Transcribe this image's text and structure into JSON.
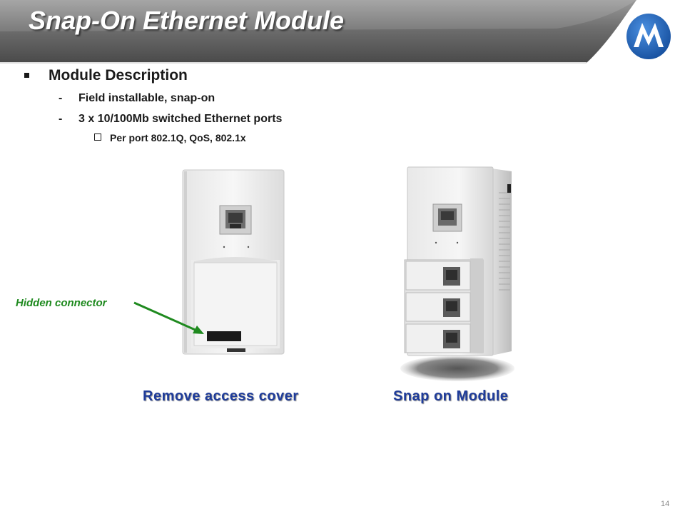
{
  "slide": {
    "title": "Snap-On Ethernet Module",
    "page_number": "14"
  },
  "bullets": {
    "level1": {
      "marker": "▪",
      "text": "Module Description"
    },
    "level2": [
      {
        "marker": "-",
        "text": "Field installable, snap-on"
      },
      {
        "marker": "-",
        "text": "3 x 10/100Mb switched Ethernet ports"
      }
    ],
    "level3": {
      "marker": "□",
      "text": "Per port 802.1Q, QoS, 802.1x"
    }
  },
  "callout": {
    "text": "Hidden connector"
  },
  "captions": {
    "left": "Remove access cover",
    "right": "Snap on Module"
  },
  "colors": {
    "banner_dark": "#4d4d4d",
    "banner_light": "#8c8c8c",
    "logo_blue": "#1f63b8",
    "callout_green": "#1f8a1f",
    "caption_blue": "#1f3c9a"
  }
}
